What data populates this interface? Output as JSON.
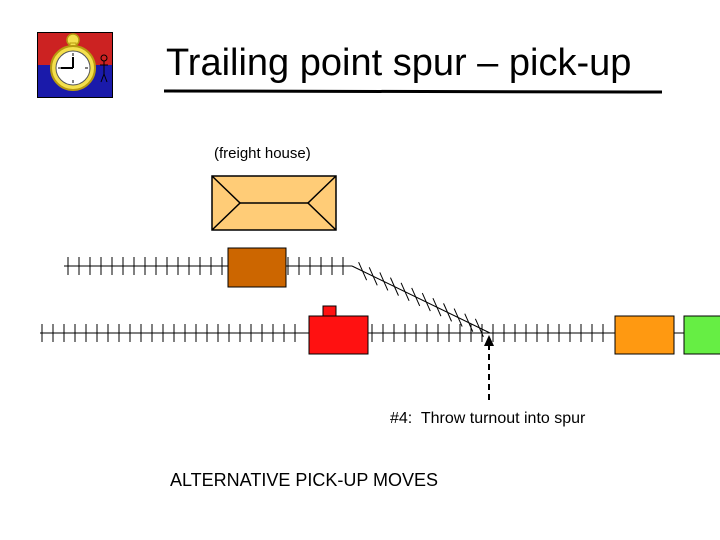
{
  "slide": {
    "title": "Trailing point spur – pick-up",
    "freight_house_label": "(freight house)",
    "step_note": "#4:  Throw turnout into spur",
    "caption": "ALTERNATIVE PICK-UP MOVES"
  },
  "logo": {
    "icon": "stopwatch-icon",
    "colors": {
      "top": "#cc2222",
      "bottom": "#1a1aaa",
      "watch_face": "#ffffff",
      "watch_body": "#f4e04d"
    }
  },
  "colors": {
    "freight_house": "#ffcc77",
    "spur_car": "#cc6600",
    "locomotive": "#ff1111",
    "car_orange": "#ff9911",
    "car_green": "#66ee44",
    "track": "#000000"
  }
}
